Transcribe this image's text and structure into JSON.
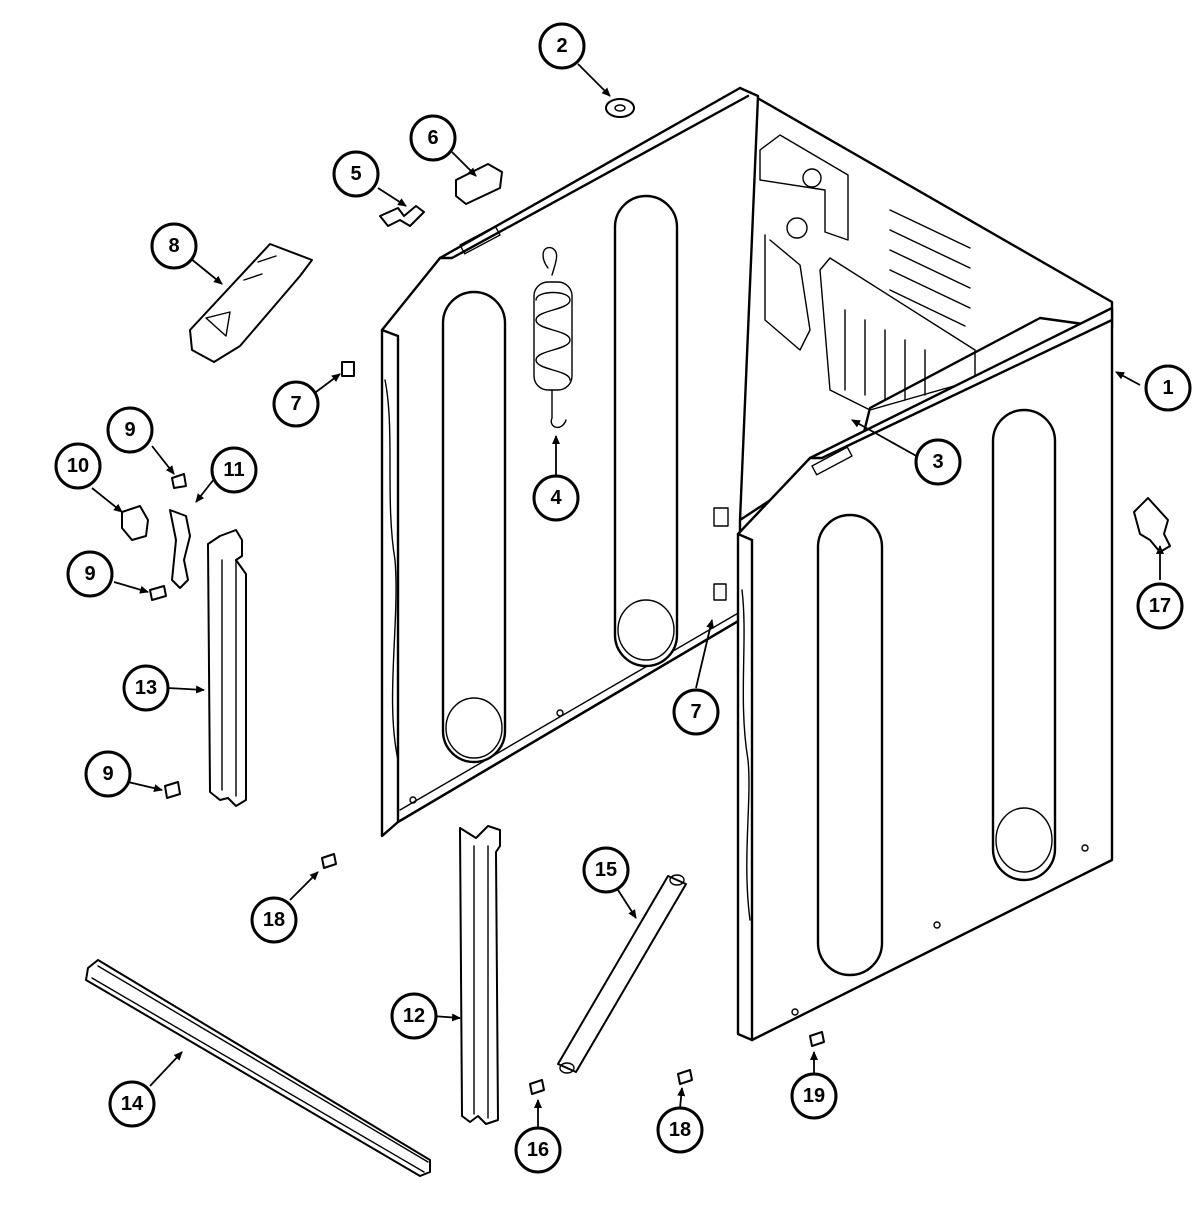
{
  "diagram": {
    "callouts": [
      {
        "id": "c1",
        "label": "1"
      },
      {
        "id": "c2",
        "label": "2"
      },
      {
        "id": "c3",
        "label": "3"
      },
      {
        "id": "c4",
        "label": "4"
      },
      {
        "id": "c5",
        "label": "5"
      },
      {
        "id": "c6",
        "label": "6"
      },
      {
        "id": "c7a",
        "label": "7"
      },
      {
        "id": "c7b",
        "label": "7"
      },
      {
        "id": "c8",
        "label": "8"
      },
      {
        "id": "c9a",
        "label": "9"
      },
      {
        "id": "c9b",
        "label": "9"
      },
      {
        "id": "c9c",
        "label": "9"
      },
      {
        "id": "c10",
        "label": "10"
      },
      {
        "id": "c11",
        "label": "11"
      },
      {
        "id": "c12",
        "label": "12"
      },
      {
        "id": "c13",
        "label": "13"
      },
      {
        "id": "c14",
        "label": "14"
      },
      {
        "id": "c15",
        "label": "15"
      },
      {
        "id": "c16",
        "label": "16"
      },
      {
        "id": "c17",
        "label": "17"
      },
      {
        "id": "c18a",
        "label": "18"
      },
      {
        "id": "c18b",
        "label": "18"
      },
      {
        "id": "c19",
        "label": "19"
      }
    ]
  }
}
